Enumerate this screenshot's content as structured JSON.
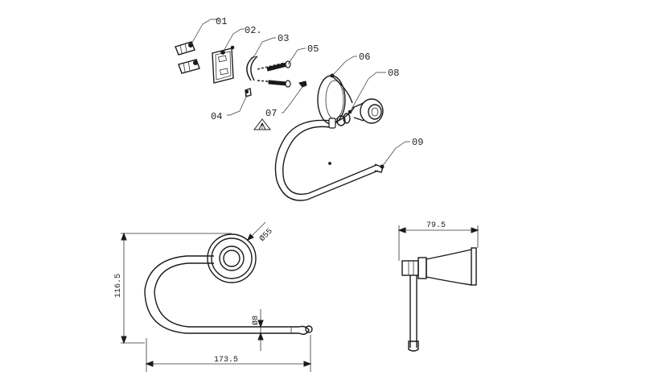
{
  "callouts": [
    {
      "id": "01",
      "text": "01"
    },
    {
      "id": "02",
      "text": "02."
    },
    {
      "id": "03",
      "text": "03"
    },
    {
      "id": "04",
      "text": "04"
    },
    {
      "id": "05",
      "text": "05"
    },
    {
      "id": "06",
      "text": "06"
    },
    {
      "id": "07",
      "text": "07"
    },
    {
      "id": "08",
      "text": "08"
    },
    {
      "id": "09",
      "text": "09"
    }
  ],
  "dimensions": {
    "height": "116.5",
    "width": "173.5",
    "rosette_diameter": "Ø55",
    "bar_diameter": "Ø8",
    "side_depth": "79.5"
  },
  "icons": {
    "warning": "warning-triangle-icon"
  }
}
